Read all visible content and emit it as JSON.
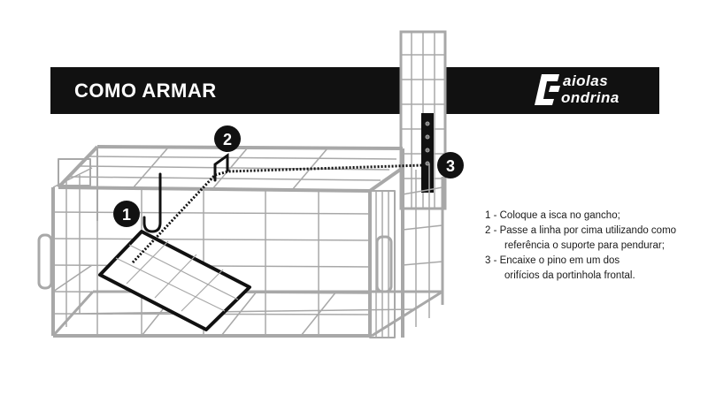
{
  "header": {
    "title": "COMO ARMAR",
    "brand_line1": "aiolas",
    "brand_line2": "ondrina"
  },
  "markers": [
    {
      "label": "1"
    },
    {
      "label": "2"
    },
    {
      "label": "3"
    }
  ],
  "instructions": {
    "step1": "1 - Coloque a isca no gancho;",
    "step2_line1": "2 - Passe a linha por cima utilizando como",
    "step2_line2": "referência o suporte para pendurar;",
    "step3_line1": "3 - Encaixe o pino em um dos",
    "step3_line2": "orifícios da portinhola frontal."
  },
  "colors": {
    "banner": "#111111",
    "cage_wire": "#a8a8a8",
    "outline": "#111111"
  }
}
